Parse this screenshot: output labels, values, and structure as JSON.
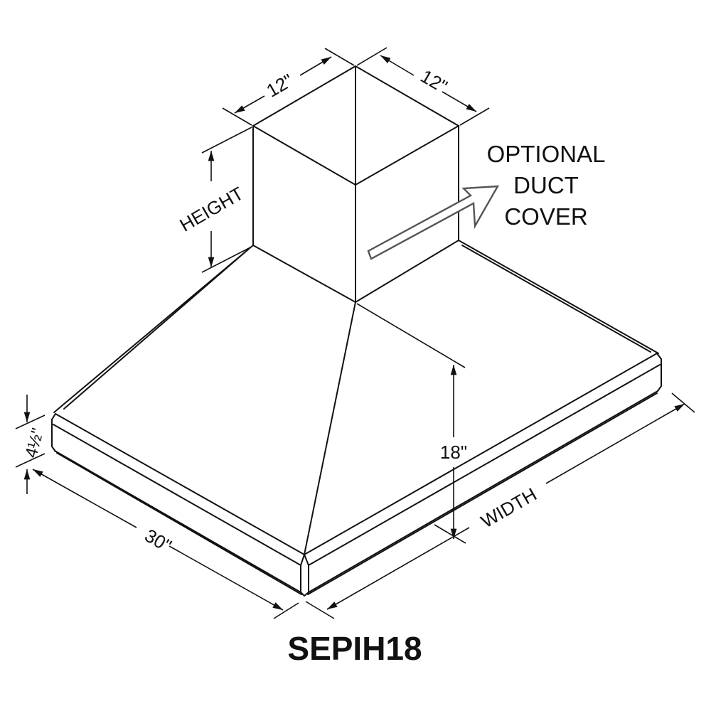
{
  "title": "SEPIH18",
  "dimensions": {
    "duct_depth": "12\"",
    "duct_width": "12\"",
    "duct_height": "HEIGHT",
    "hood_height": "18\"",
    "hood_width": "WIDTH",
    "hood_depth": "30\"",
    "rim_height": "4½\""
  },
  "callout": {
    "lines": [
      "OPTIONAL",
      "DUCT",
      "COVER"
    ]
  },
  "colors": {
    "line": "#111111",
    "arrow": "#555555",
    "background": "#ffffff"
  }
}
